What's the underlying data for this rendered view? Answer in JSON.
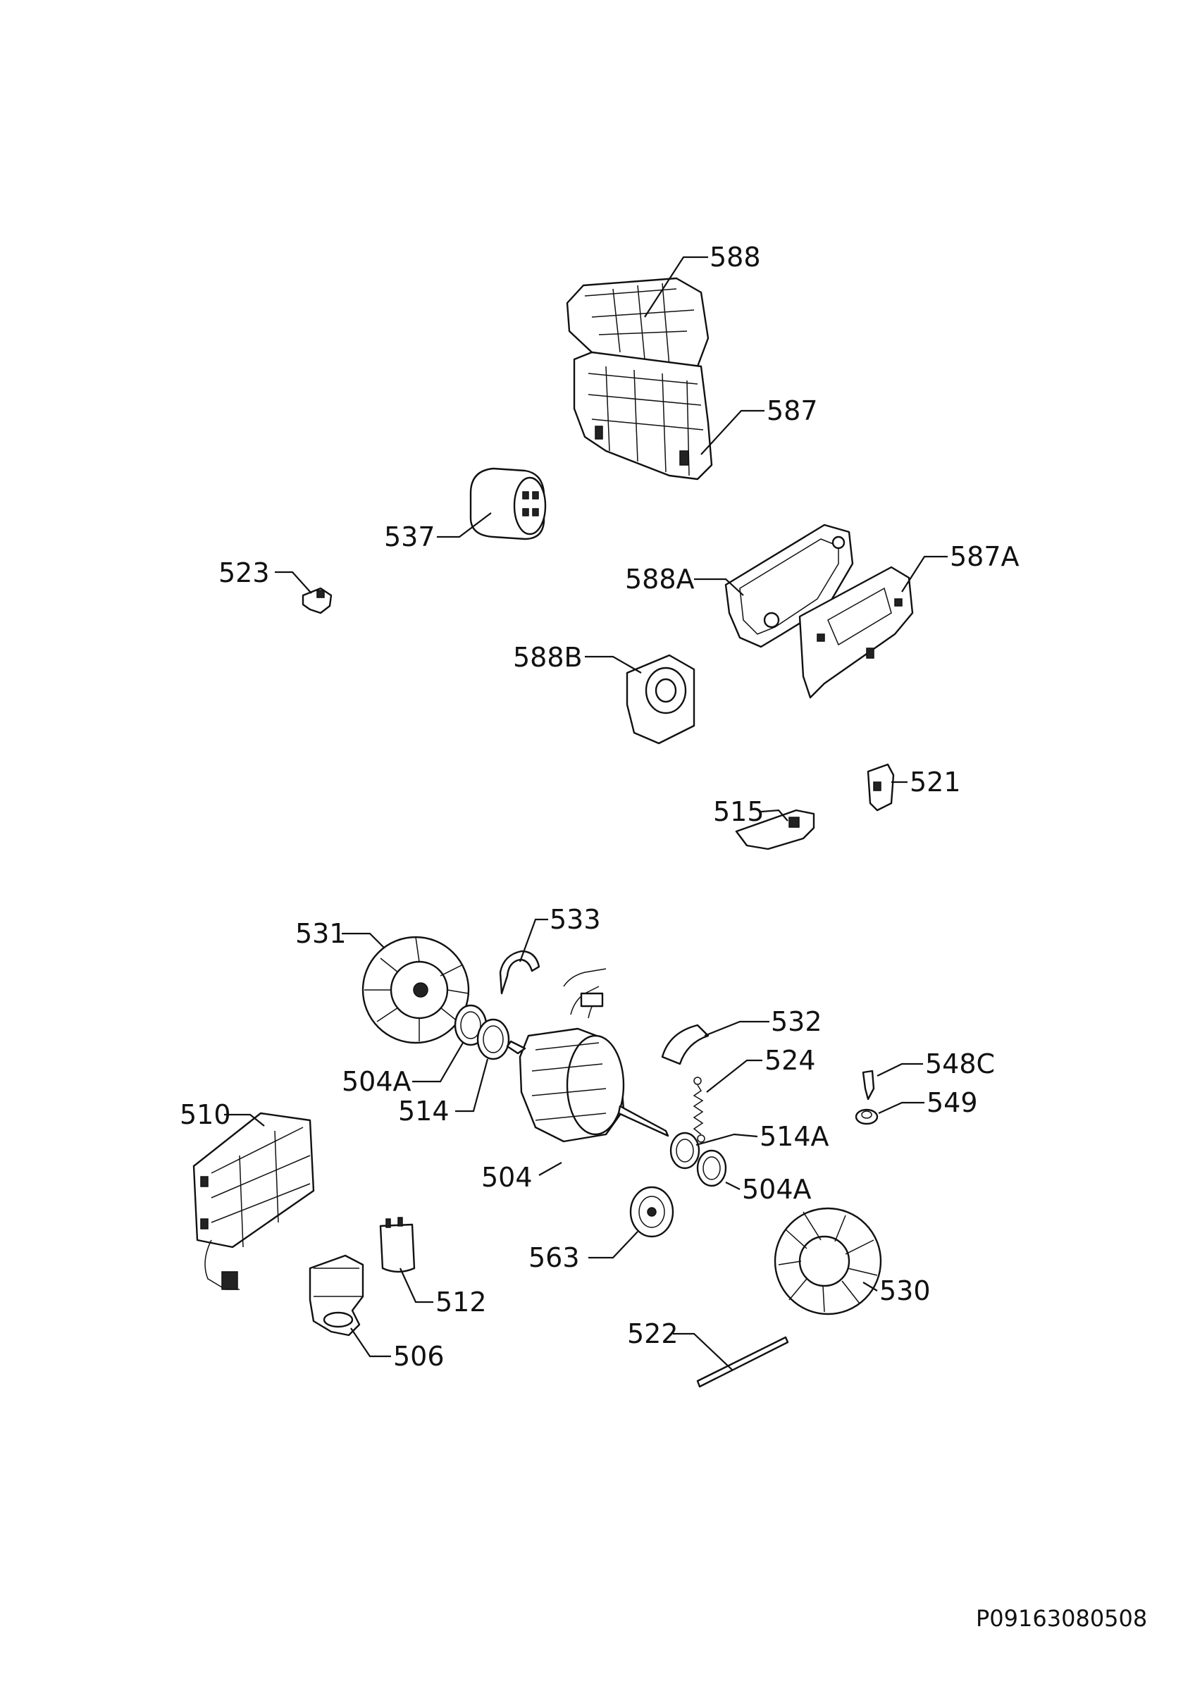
{
  "labels": {
    "p588": "588",
    "p587": "587",
    "p537": "537",
    "p523": "523",
    "p588A": "588A",
    "p587A": "587A",
    "p588B": "588B",
    "p521": "521",
    "p515": "515",
    "p531": "531",
    "p533": "533",
    "p532": "532",
    "p524": "524",
    "p548C": "548C",
    "p504A_left": "504A",
    "p514": "514",
    "p549": "549",
    "p510": "510",
    "p514A": "514A",
    "p504": "504",
    "p504A_right": "504A",
    "p563": "563",
    "p530": "530",
    "p512": "512",
    "p522": "522",
    "p506": "506"
  },
  "document_code": "P09163080508"
}
